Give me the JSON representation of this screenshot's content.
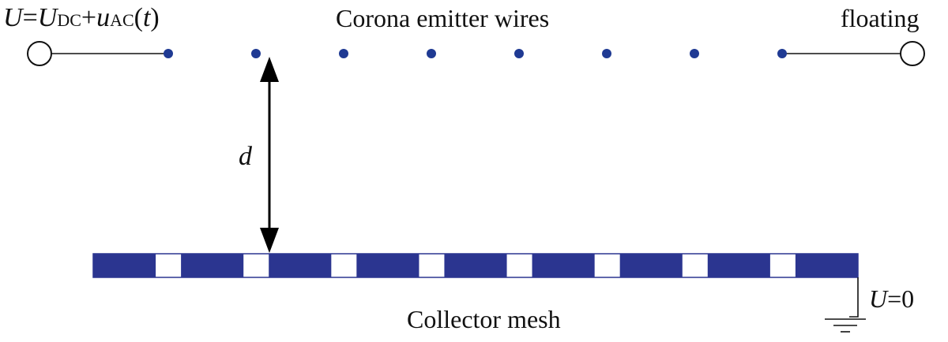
{
  "labels": {
    "source_U": "U",
    "source_eq": "=",
    "source_U2": "U",
    "source_dc": "DC",
    "source_plus": "+",
    "source_u": "u",
    "source_ac": "AC",
    "source_open": "(",
    "source_t": "t",
    "source_close": ")",
    "title": "Corona emitter wires",
    "floating": "floating",
    "gap": "d",
    "collector": "Collector mesh",
    "ground_U": "U",
    "ground_val": "=0"
  },
  "colors": {
    "wire_dot": "#1f3a93",
    "mesh": "#2b3590",
    "line": "#111111"
  },
  "emitter_wire_count": 8,
  "mesh_segment_count": 9
}
